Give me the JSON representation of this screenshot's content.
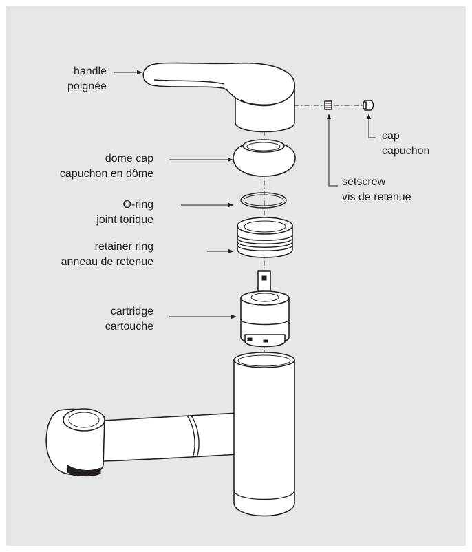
{
  "background_color": "#e6e7e9",
  "line_color": "#231f20",
  "labels": {
    "handle": {
      "en": "handle",
      "fr": "poignée"
    },
    "dome_cap": {
      "en": "dome cap",
      "fr": "capuchon en dôme"
    },
    "o_ring": {
      "en": "O-ring",
      "fr": "joint torique"
    },
    "retainer_ring": {
      "en": "retainer ring",
      "fr": "anneau de retenue"
    },
    "cartridge": {
      "en": "cartridge",
      "fr": "cartouche"
    },
    "setscrew": {
      "en": "setscrew",
      "fr": "vis de retenue"
    },
    "cap": {
      "en": "cap",
      "fr": "capuchon"
    }
  }
}
